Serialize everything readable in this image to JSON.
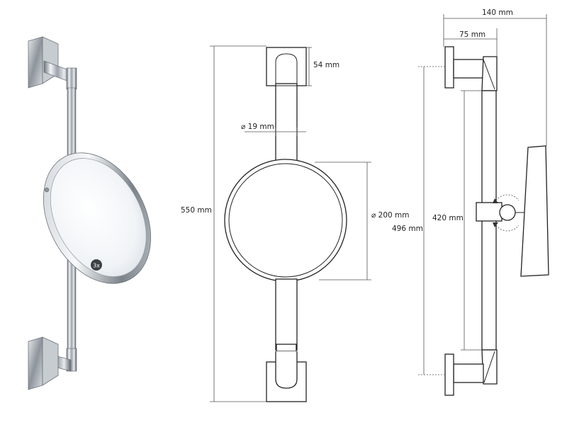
{
  "drawing": {
    "labels": {
      "width_total": "140 mm",
      "width_bracket": "75 mm",
      "bracket_height": "54 mm",
      "rod_diameter": "⌀ 19 mm",
      "mirror_diameter": "⌀ 200 mm",
      "total_height": "550 mm",
      "rod_length": "420 mm",
      "mount_distance": "496 mm"
    },
    "product_logo": "3x"
  }
}
